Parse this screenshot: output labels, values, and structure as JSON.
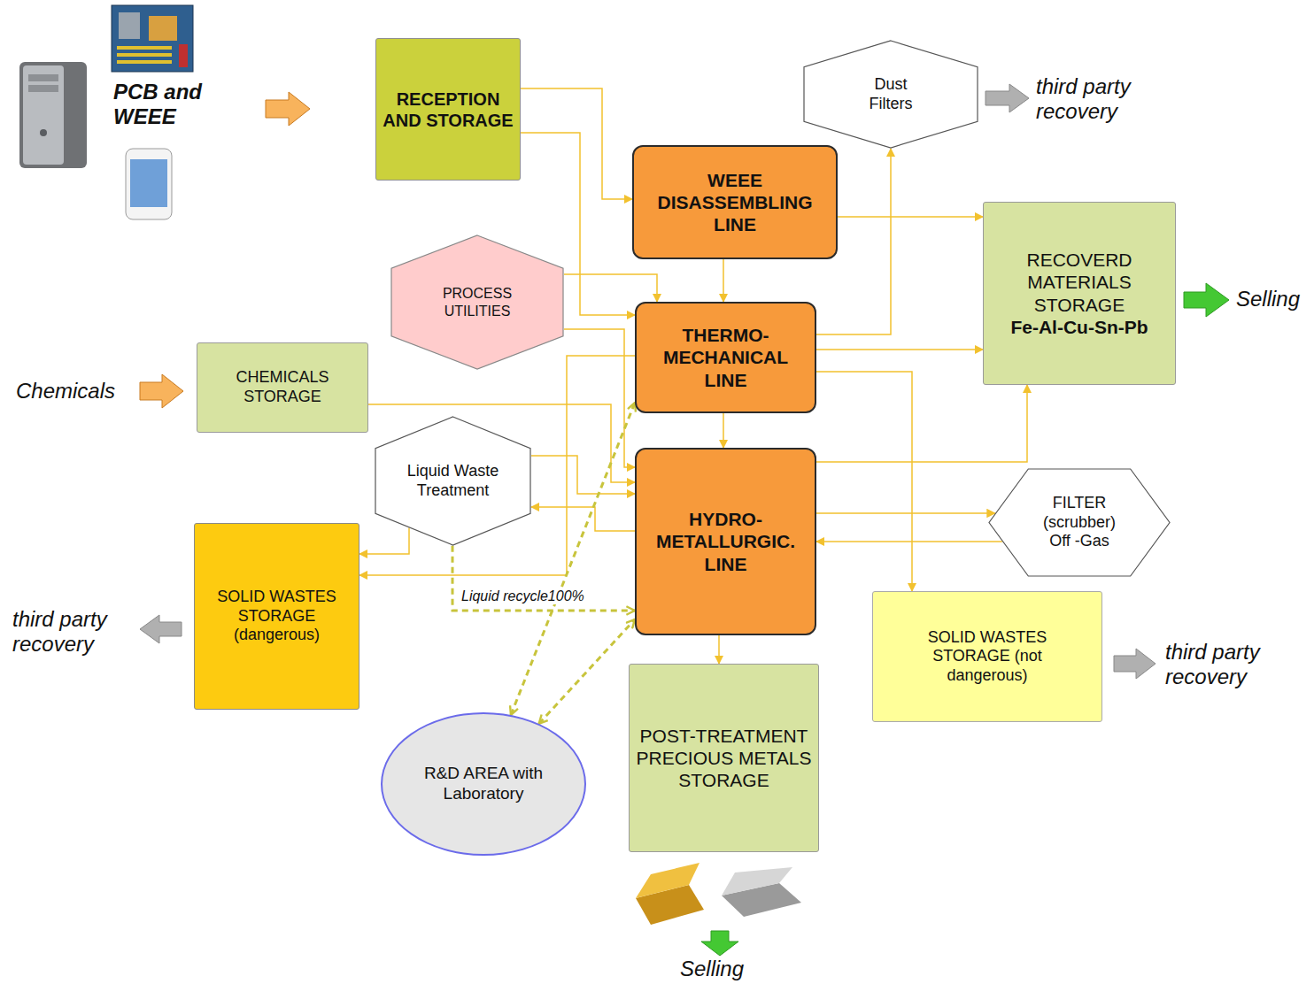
{
  "diagram": {
    "nodes": [
      {
        "text": [
          "RECEPTION AND STORAGE"
        ]
      },
      {
        "text": [
          "Dust Filters"
        ]
      },
      {
        "text": [
          "WEEE DISASSEMBLING LINE"
        ]
      },
      {
        "text": [
          "RECOVERD MATERIALS STORAGE",
          "Fe-Al-Cu-Sn-Pb"
        ]
      },
      {
        "text": [
          "PROCESS UTILITIES"
        ]
      },
      {
        "text": [
          "THERMO- MECHANICAL LINE"
        ]
      },
      {
        "text": [
          "CHEMICALS STORAGE"
        ]
      },
      {
        "text": [
          "Liquid Waste Treatment"
        ]
      },
      {
        "text": [
          "HYDRO- METALLURGIC. LINE"
        ]
      },
      {
        "text": [
          "FILTER (scrubber) Off -Gas"
        ]
      },
      {
        "text": [
          "SOLID WASTES STORAGE (dangerous)"
        ]
      },
      {
        "text": [
          "SOLID WASTES STORAGE (not dangerous)"
        ]
      },
      {
        "text": [
          "POST-TREATMENT PRECIOUS METALS STORAGE"
        ]
      },
      {
        "text": [
          "R&D AREA with Laboratory"
        ]
      }
    ],
    "edges": [
      {
        "from": 0,
        "to": 2,
        "arrow": "to"
      },
      {
        "from": 0,
        "to": 5,
        "arrow": "to"
      },
      {
        "from": 2,
        "to": 5,
        "arrow": "to"
      },
      {
        "from": 2,
        "to": 3,
        "arrow": "to"
      },
      {
        "from": 4,
        "to": 5,
        "arrow": "to"
      },
      {
        "from": 4,
        "to": 8,
        "arrow": "to"
      },
      {
        "from": 5,
        "to": 1,
        "arrow": "to"
      },
      {
        "from": 5,
        "to": 3,
        "arrow": "to"
      },
      {
        "from": 5,
        "to": 8,
        "arrow": "to"
      },
      {
        "from": 5,
        "to": 11,
        "arrow": "to"
      },
      {
        "from": 5,
        "to": 10,
        "arrow": "to"
      },
      {
        "from": 6,
        "to": 8,
        "arrow": "to"
      },
      {
        "from": 7,
        "to": 8,
        "arrow": "to"
      },
      {
        "from": 8,
        "to": 7,
        "arrow": "to"
      },
      {
        "from": 7,
        "to": 10,
        "arrow": "to"
      },
      {
        "from": 7,
        "to": 8,
        "label": "Liquid recycle100%",
        "arrow": "to"
      },
      {
        "from": 8,
        "to": 3,
        "arrow": "to"
      },
      {
        "from": 8,
        "to": 9,
        "arrow": "to"
      },
      {
        "from": 9,
        "to": 8,
        "arrow": "to"
      },
      {
        "from": 8,
        "to": 12,
        "arrow": "to"
      },
      {
        "from": 13,
        "to": 5,
        "arrow": "both"
      },
      {
        "from": 13,
        "to": 8,
        "arrow": "both"
      }
    ],
    "labels": [
      "PCB and WEEE",
      "third party recovery",
      "Selling",
      "Chemicals",
      "third party recovery",
      "third party recovery",
      "Selling"
    ]
  }
}
